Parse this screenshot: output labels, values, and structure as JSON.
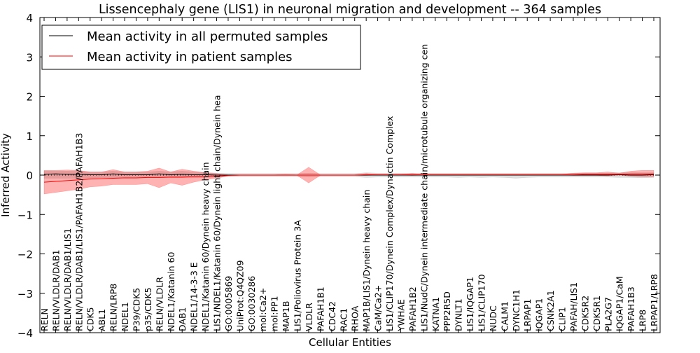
{
  "chart_data": {
    "type": "line",
    "title": "Lissencephaly gene (LIS1) in neuronal migration and development -- 364 samples",
    "xlabel": "Cellular Entities",
    "ylabel": "Inferred Activity",
    "ylim": [
      -4,
      4
    ],
    "yticks": [
      "−4",
      "−3",
      "−2",
      "−1",
      "0",
      "1",
      "2",
      "3",
      "4"
    ],
    "ytick_values": [
      -4,
      -3,
      -2,
      -1,
      0,
      1,
      2,
      3,
      4
    ],
    "grid": false,
    "legend_position": "top-left",
    "categories": [
      "RELN",
      "RELN/VLDLR/DAB1",
      "RELN/VLDLR/DAB1/LIS1",
      "RELN/VLDLR/DAB1/LIS1/PAFAH1B2/PAFAH1B3",
      "CDK5",
      "ABL1",
      "RELN/LRP8",
      "NDEL1",
      "P39/CDK5",
      "p35/CDK5",
      "RELN/VLDLR",
      "NDEL1/Katanin 60",
      "DAB1",
      "NDEL1/14-3-3 E",
      "NDEL1/Katanin 60/Dynein heavy chain",
      "LIS1/NDEL1/Katanin 60/Dynein light chain/Dynein hea",
      "GO:0005869",
      "UniProt:Q4QZ09",
      "GO:0030286",
      "mol:Ca2+",
      "mol:PP1",
      "MAP1B",
      "LIS1/Poliovirus Protein 3A",
      "VLDLR",
      "PAFAH1B1",
      "CDC42",
      "RAC1",
      "RHOA",
      "MAP1B/LIS1/Dynein heavy chain",
      "CaM/Ca2+",
      "LIS1/CLIP170/Dynein Complex/Dynactin Complex",
      "YWHAE",
      "PAFAH1B2",
      "LIS1/NudC/Dynein intermediate chain/microtubule organizing cen",
      "KATNA1",
      "PPP2R5D",
      "DYNLT1",
      "LIS1/IQGAP1",
      "LIS1/CLIP170",
      "NUDC",
      "CALM1",
      "DYNC1H1",
      "LRPAP1",
      "IQGAP1",
      "CSNK2A1",
      "CLIP1",
      "PAFAH/LIS1",
      "CDK5R2",
      "CDK5R1",
      "PLA2G7",
      "IQGAP1/CaM",
      "PAFAH1B3",
      "LRP8",
      "LRPAP1/LRP8"
    ],
    "series": [
      {
        "name": "Mean activity in all permuted samples",
        "color": "#000000",
        "values": [
          0.02,
          0.03,
          0.02,
          0.02,
          0.01,
          0.01,
          0.03,
          0.01,
          0.01,
          0.01,
          0.03,
          0.01,
          0.02,
          0.01,
          0.01,
          0.0,
          0.0,
          0.0,
          0.0,
          0.0,
          0.0,
          0.0,
          0.0,
          0.0,
          0.0,
          0.0,
          0.0,
          0.0,
          0.0,
          0.0,
          0.0,
          0.0,
          0.0,
          0.0,
          0.0,
          0.0,
          0.0,
          0.0,
          0.0,
          0.0,
          0.0,
          0.0,
          0.0,
          0.0,
          0.0,
          0.0,
          0.0,
          0.0,
          0.0,
          0.0,
          0.01,
          0.0,
          0.0,
          0.01
        ],
        "band_upper": [
          0.1,
          0.1,
          0.1,
          0.1,
          0.08,
          0.08,
          0.1,
          0.08,
          0.08,
          0.08,
          0.1,
          0.08,
          0.1,
          0.08,
          0.07,
          0.05,
          0.04,
          0.04,
          0.04,
          0.04,
          0.04,
          0.04,
          0.04,
          0.05,
          0.04,
          0.04,
          0.04,
          0.04,
          0.06,
          0.05,
          0.05,
          0.05,
          0.05,
          0.05,
          0.05,
          0.05,
          0.05,
          0.05,
          0.05,
          0.05,
          0.05,
          0.05,
          0.05,
          0.05,
          0.05,
          0.05,
          0.05,
          0.05,
          0.05,
          0.05,
          0.06,
          0.06,
          0.06,
          0.06
        ],
        "band_lower": [
          -0.08,
          -0.08,
          -0.08,
          -0.08,
          -0.07,
          -0.07,
          -0.07,
          -0.07,
          -0.07,
          -0.07,
          -0.07,
          -0.07,
          -0.07,
          -0.07,
          -0.06,
          -0.05,
          -0.04,
          -0.04,
          -0.04,
          -0.04,
          -0.04,
          -0.04,
          -0.04,
          -0.05,
          -0.04,
          -0.04,
          -0.04,
          -0.04,
          -0.06,
          -0.05,
          -0.05,
          -0.05,
          -0.05,
          -0.05,
          -0.05,
          -0.05,
          -0.06,
          -0.05,
          -0.06,
          -0.05,
          -0.06,
          -0.08,
          -0.06,
          -0.05,
          -0.05,
          -0.05,
          -0.05,
          -0.05,
          -0.05,
          -0.05,
          -0.06,
          -0.06,
          -0.07,
          -0.06
        ]
      },
      {
        "name": "Mean activity in patient samples",
        "color": "#ff0000",
        "values": [
          -0.18,
          -0.16,
          -0.14,
          -0.12,
          -0.1,
          -0.09,
          -0.08,
          -0.07,
          -0.07,
          -0.06,
          -0.06,
          -0.05,
          -0.05,
          -0.04,
          -0.04,
          -0.03,
          -0.01,
          0.0,
          0.0,
          0.0,
          0.0,
          0.0,
          0.0,
          0.0,
          0.0,
          0.0,
          0.0,
          0.0,
          0.01,
          0.01,
          0.01,
          0.01,
          0.01,
          0.01,
          0.01,
          0.01,
          0.01,
          0.01,
          0.01,
          0.01,
          0.01,
          0.01,
          0.01,
          0.01,
          0.01,
          0.01,
          0.01,
          0.02,
          0.02,
          0.02,
          0.02,
          0.03,
          0.03,
          0.03
        ],
        "band_upper": [
          0.12,
          0.12,
          0.13,
          0.12,
          0.08,
          0.08,
          0.14,
          0.08,
          0.08,
          0.1,
          0.18,
          0.08,
          0.15,
          0.1,
          0.06,
          0.04,
          0.01,
          0.01,
          0.01,
          0.01,
          0.01,
          0.02,
          0.01,
          0.2,
          0.01,
          0.01,
          0.01,
          0.01,
          0.04,
          0.02,
          0.02,
          0.02,
          0.04,
          0.02,
          0.02,
          0.02,
          0.02,
          0.02,
          0.02,
          0.02,
          0.02,
          0.02,
          0.02,
          0.02,
          0.02,
          0.02,
          0.05,
          0.06,
          0.06,
          0.08,
          0.05,
          0.1,
          0.12,
          0.12
        ],
        "band_lower": [
          -0.48,
          -0.44,
          -0.4,
          -0.36,
          -0.3,
          -0.28,
          -0.24,
          -0.24,
          -0.24,
          -0.22,
          -0.32,
          -0.2,
          -0.26,
          -0.18,
          -0.12,
          -0.08,
          -0.02,
          -0.01,
          -0.01,
          -0.01,
          -0.01,
          -0.01,
          -0.01,
          -0.2,
          -0.01,
          -0.01,
          -0.01,
          -0.01,
          -0.01,
          0.0,
          0.0,
          0.0,
          -0.01,
          0.0,
          0.0,
          0.0,
          0.0,
          0.0,
          0.0,
          0.0,
          0.0,
          0.0,
          0.0,
          0.0,
          0.0,
          0.0,
          -0.01,
          -0.01,
          -0.01,
          -0.02,
          0.0,
          -0.03,
          -0.04,
          -0.04
        ]
      }
    ]
  }
}
